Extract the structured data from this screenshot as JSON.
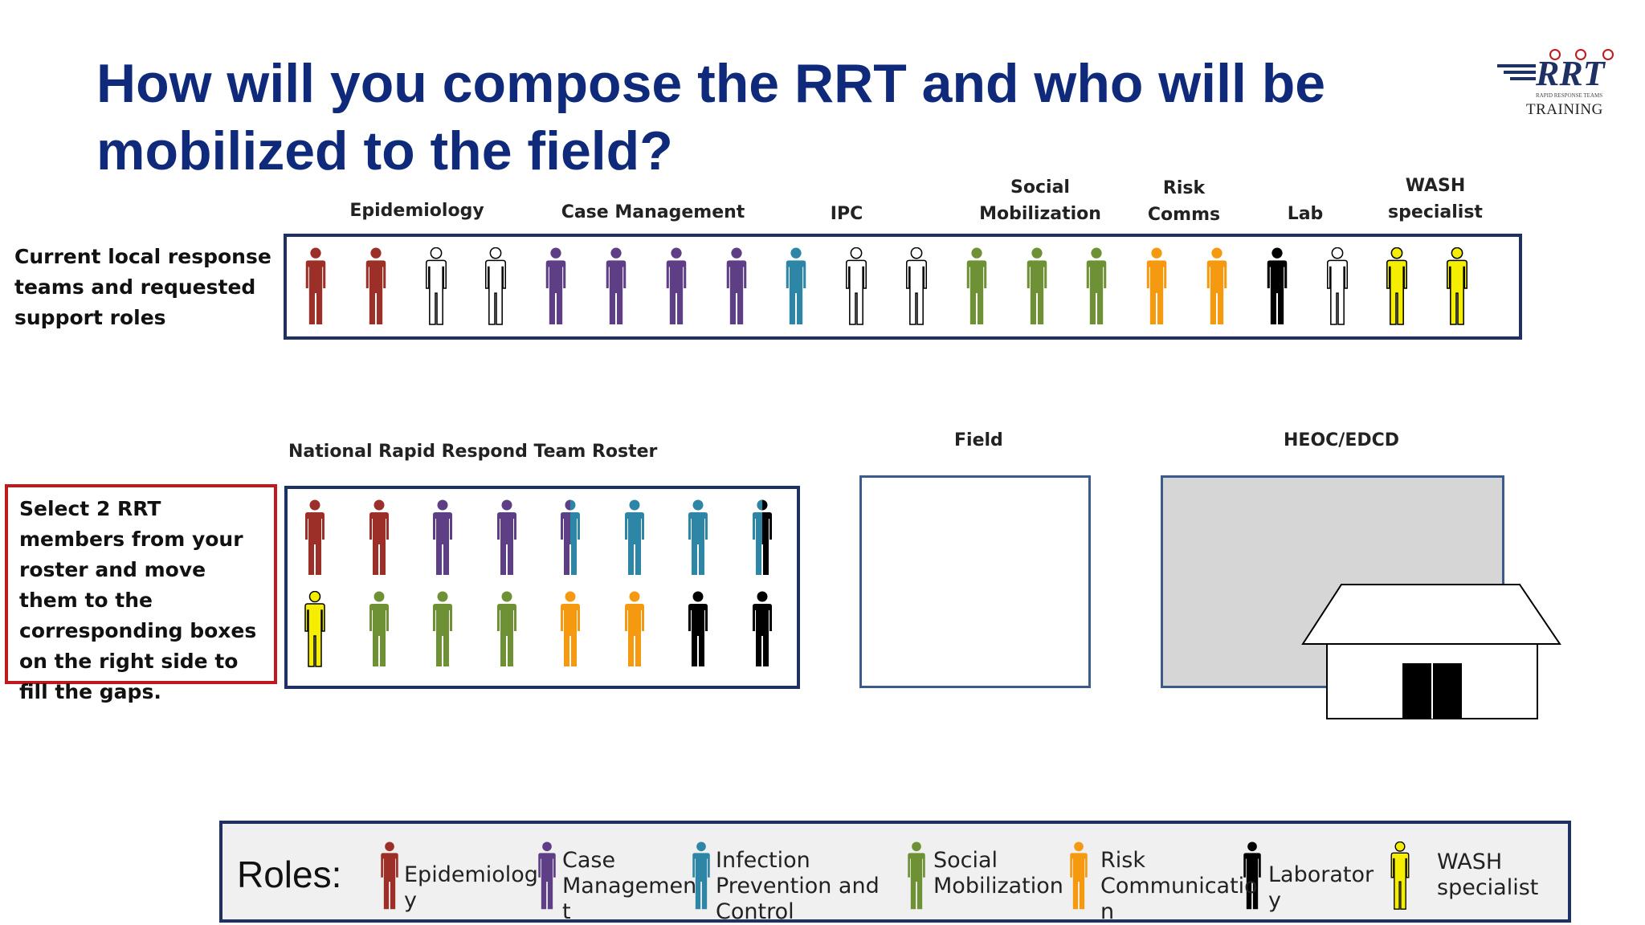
{
  "title": "How will you compose the RRT and who will be mobilized to the field?",
  "logo": {
    "name": "RRT",
    "small": "RAPID RESPONSE TEAMS",
    "training": "TRAINING"
  },
  "colors": {
    "epi": "#9c3028",
    "case": "#5e3f85",
    "ipc": "#2e86a6",
    "social": "#6f9136",
    "risk": "#f59a10",
    "lab": "#000000",
    "wash": "#f5ee00",
    "empty": "#ffffff",
    "navy": "#1f3164",
    "red": "#c0181d"
  },
  "categories": [
    {
      "label": "Epidemiology"
    },
    {
      "label": "Case Management"
    },
    {
      "label": "IPC"
    },
    {
      "label": "Social\nMobilization"
    },
    {
      "label": "Risk\nComms"
    },
    {
      "label": "Lab"
    },
    {
      "label": "WASH\nspecialist"
    }
  ],
  "current_label": "Current local response teams and requested support roles",
  "current_team": [
    "epi",
    "epi",
    "empty",
    "empty",
    "case",
    "case",
    "case",
    "case",
    "ipc",
    "empty",
    "empty",
    "social",
    "social",
    "social",
    "risk",
    "risk",
    "lab",
    "empty",
    "wash",
    "wash"
  ],
  "roster_label": "National Rapid Respond Team Roster",
  "roster_row1": [
    "epi",
    "epi",
    "case",
    "case",
    "case/ipc",
    "ipc",
    "ipc",
    "ipc/lab"
  ],
  "roster_row2": [
    "wash",
    "social",
    "social",
    "social",
    "risk",
    "risk",
    "lab",
    "lab"
  ],
  "instruction": "Select 2 RRT members from your roster and move them to the corresponding boxes on the right side to fill the gaps.",
  "field_label": "Field",
  "heoc_label": "HEOC/EDCD",
  "roles_title": "Roles:",
  "roles": [
    {
      "color": "epi",
      "label": "Epidemiolog\ny"
    },
    {
      "color": "case",
      "label": "Case\nManagemen\nt"
    },
    {
      "color": "ipc",
      "label": "Infection\nPrevention and\nControl"
    },
    {
      "color": "social",
      "label": "Social\nMobilization"
    },
    {
      "color": "risk",
      "label": "Risk\nCommunicatio\nn"
    },
    {
      "color": "lab",
      "label": "Laborator\ny"
    },
    {
      "color": "wash",
      "label": "WASH\nspecialist"
    }
  ]
}
